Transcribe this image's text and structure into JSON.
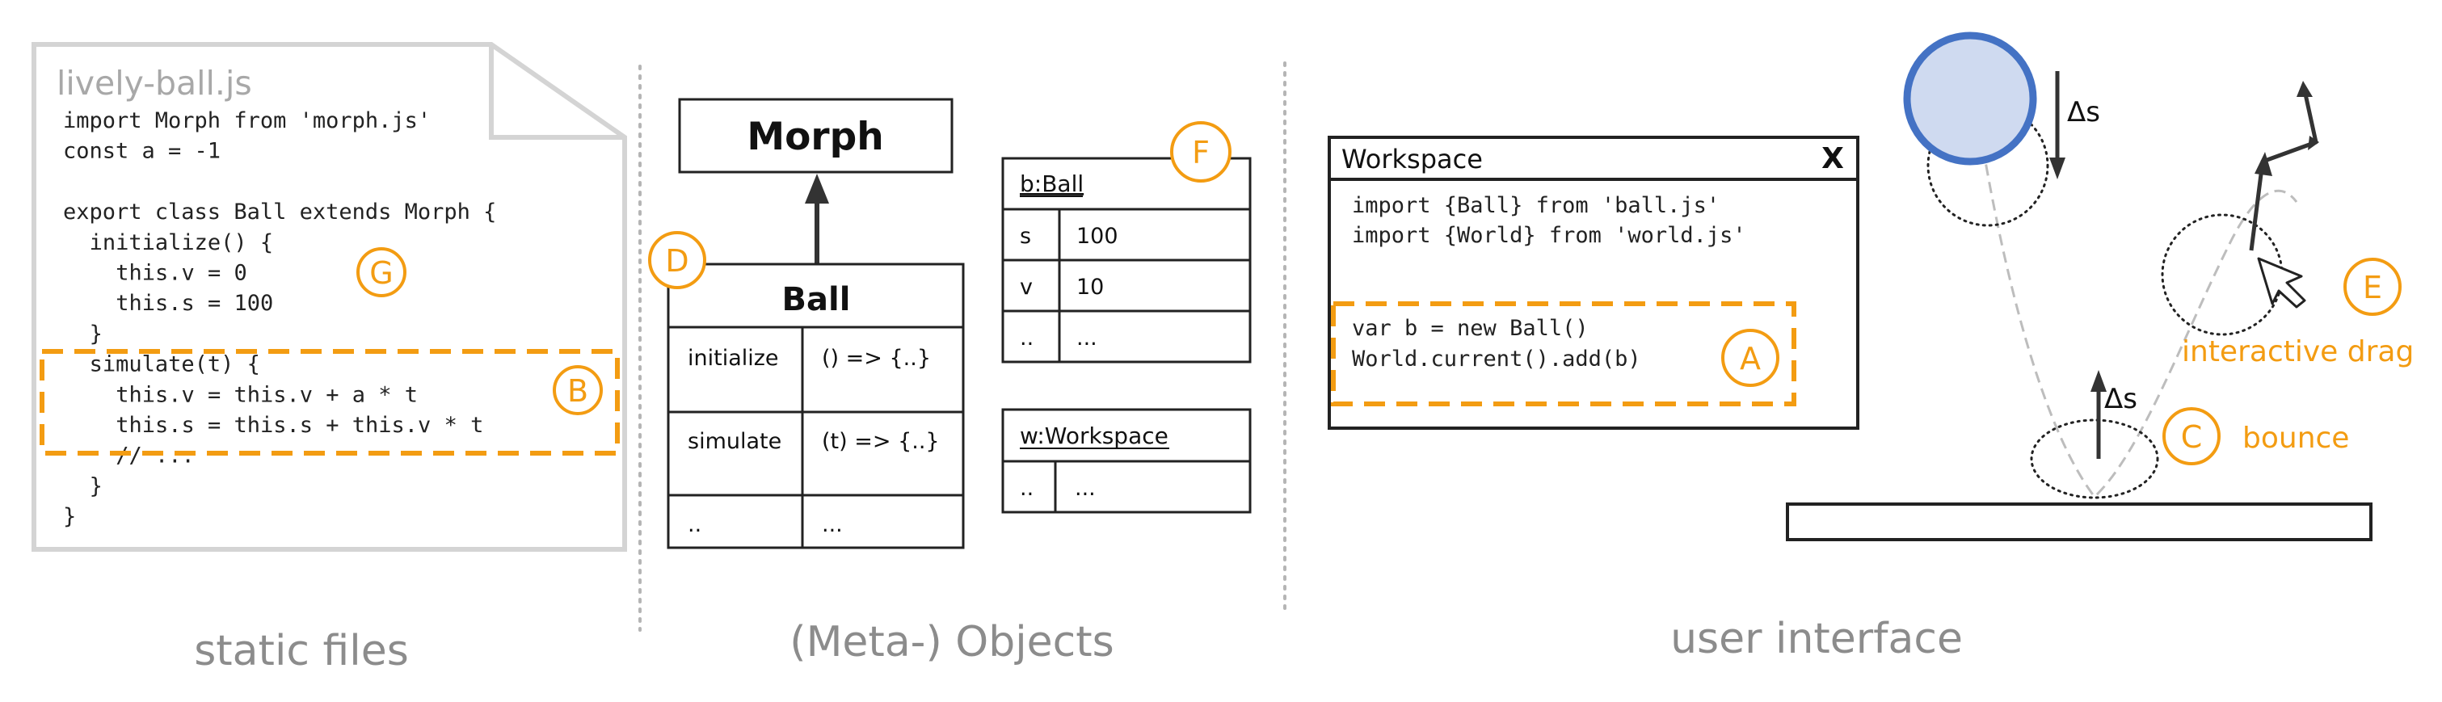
{
  "static_files": {
    "filename": "lively-ball.js",
    "code_lines": [
      "import Morph from 'morph.js'",
      "const a = -1",
      "",
      "export class Ball extends Morph {",
      "  initialize() {",
      "    this.v = 0",
      "    this.s = 100",
      "  }",
      "  simulate(t) {",
      "    this.v = this.v + a * t",
      "    this.s = this.s + this.v * t",
      "    // ...",
      "  }",
      "}"
    ],
    "marker_g": "G",
    "marker_b": "B",
    "caption": "static files"
  },
  "meta_objects": {
    "morph_class": "Morph",
    "ball_class": {
      "name": "Ball",
      "rows": [
        [
          "initialize",
          "() => {..}"
        ],
        [
          "simulate",
          "(t) => {..}"
        ],
        [
          "..",
          "..."
        ]
      ]
    },
    "ball_instance": {
      "title": "b:Ball",
      "rows": [
        [
          "s",
          "100"
        ],
        [
          "v",
          "10"
        ],
        [
          "..",
          "..."
        ]
      ]
    },
    "workspace_instance": {
      "title": "w:Workspace",
      "rows": [
        [
          "..",
          "..."
        ]
      ]
    },
    "marker_d": "D",
    "marker_f": "F",
    "caption": "(Meta-) Objects"
  },
  "user_interface": {
    "workspace": {
      "title": "Workspace",
      "close_label": "X",
      "code_lines": [
        "import {Ball} from 'ball.js'",
        "import {World} from 'world.js'"
      ],
      "highlight_lines": [
        "var b = new Ball()",
        "World.current().add(b)"
      ]
    },
    "marker_a": "A",
    "marker_c": "C",
    "marker_e": "E",
    "delta_label_top": "Δs",
    "delta_label_bottom": "Δs",
    "bounce_label": "bounce",
    "drag_label": "interactive drag",
    "caption": "user interface"
  },
  "colors": {
    "accent": "#f39c12",
    "ball_fill": "#cfdaf0",
    "ball_stroke": "#4472c4",
    "caption_gray": "#8c8c8c",
    "file_border": "#d4d4d4"
  }
}
